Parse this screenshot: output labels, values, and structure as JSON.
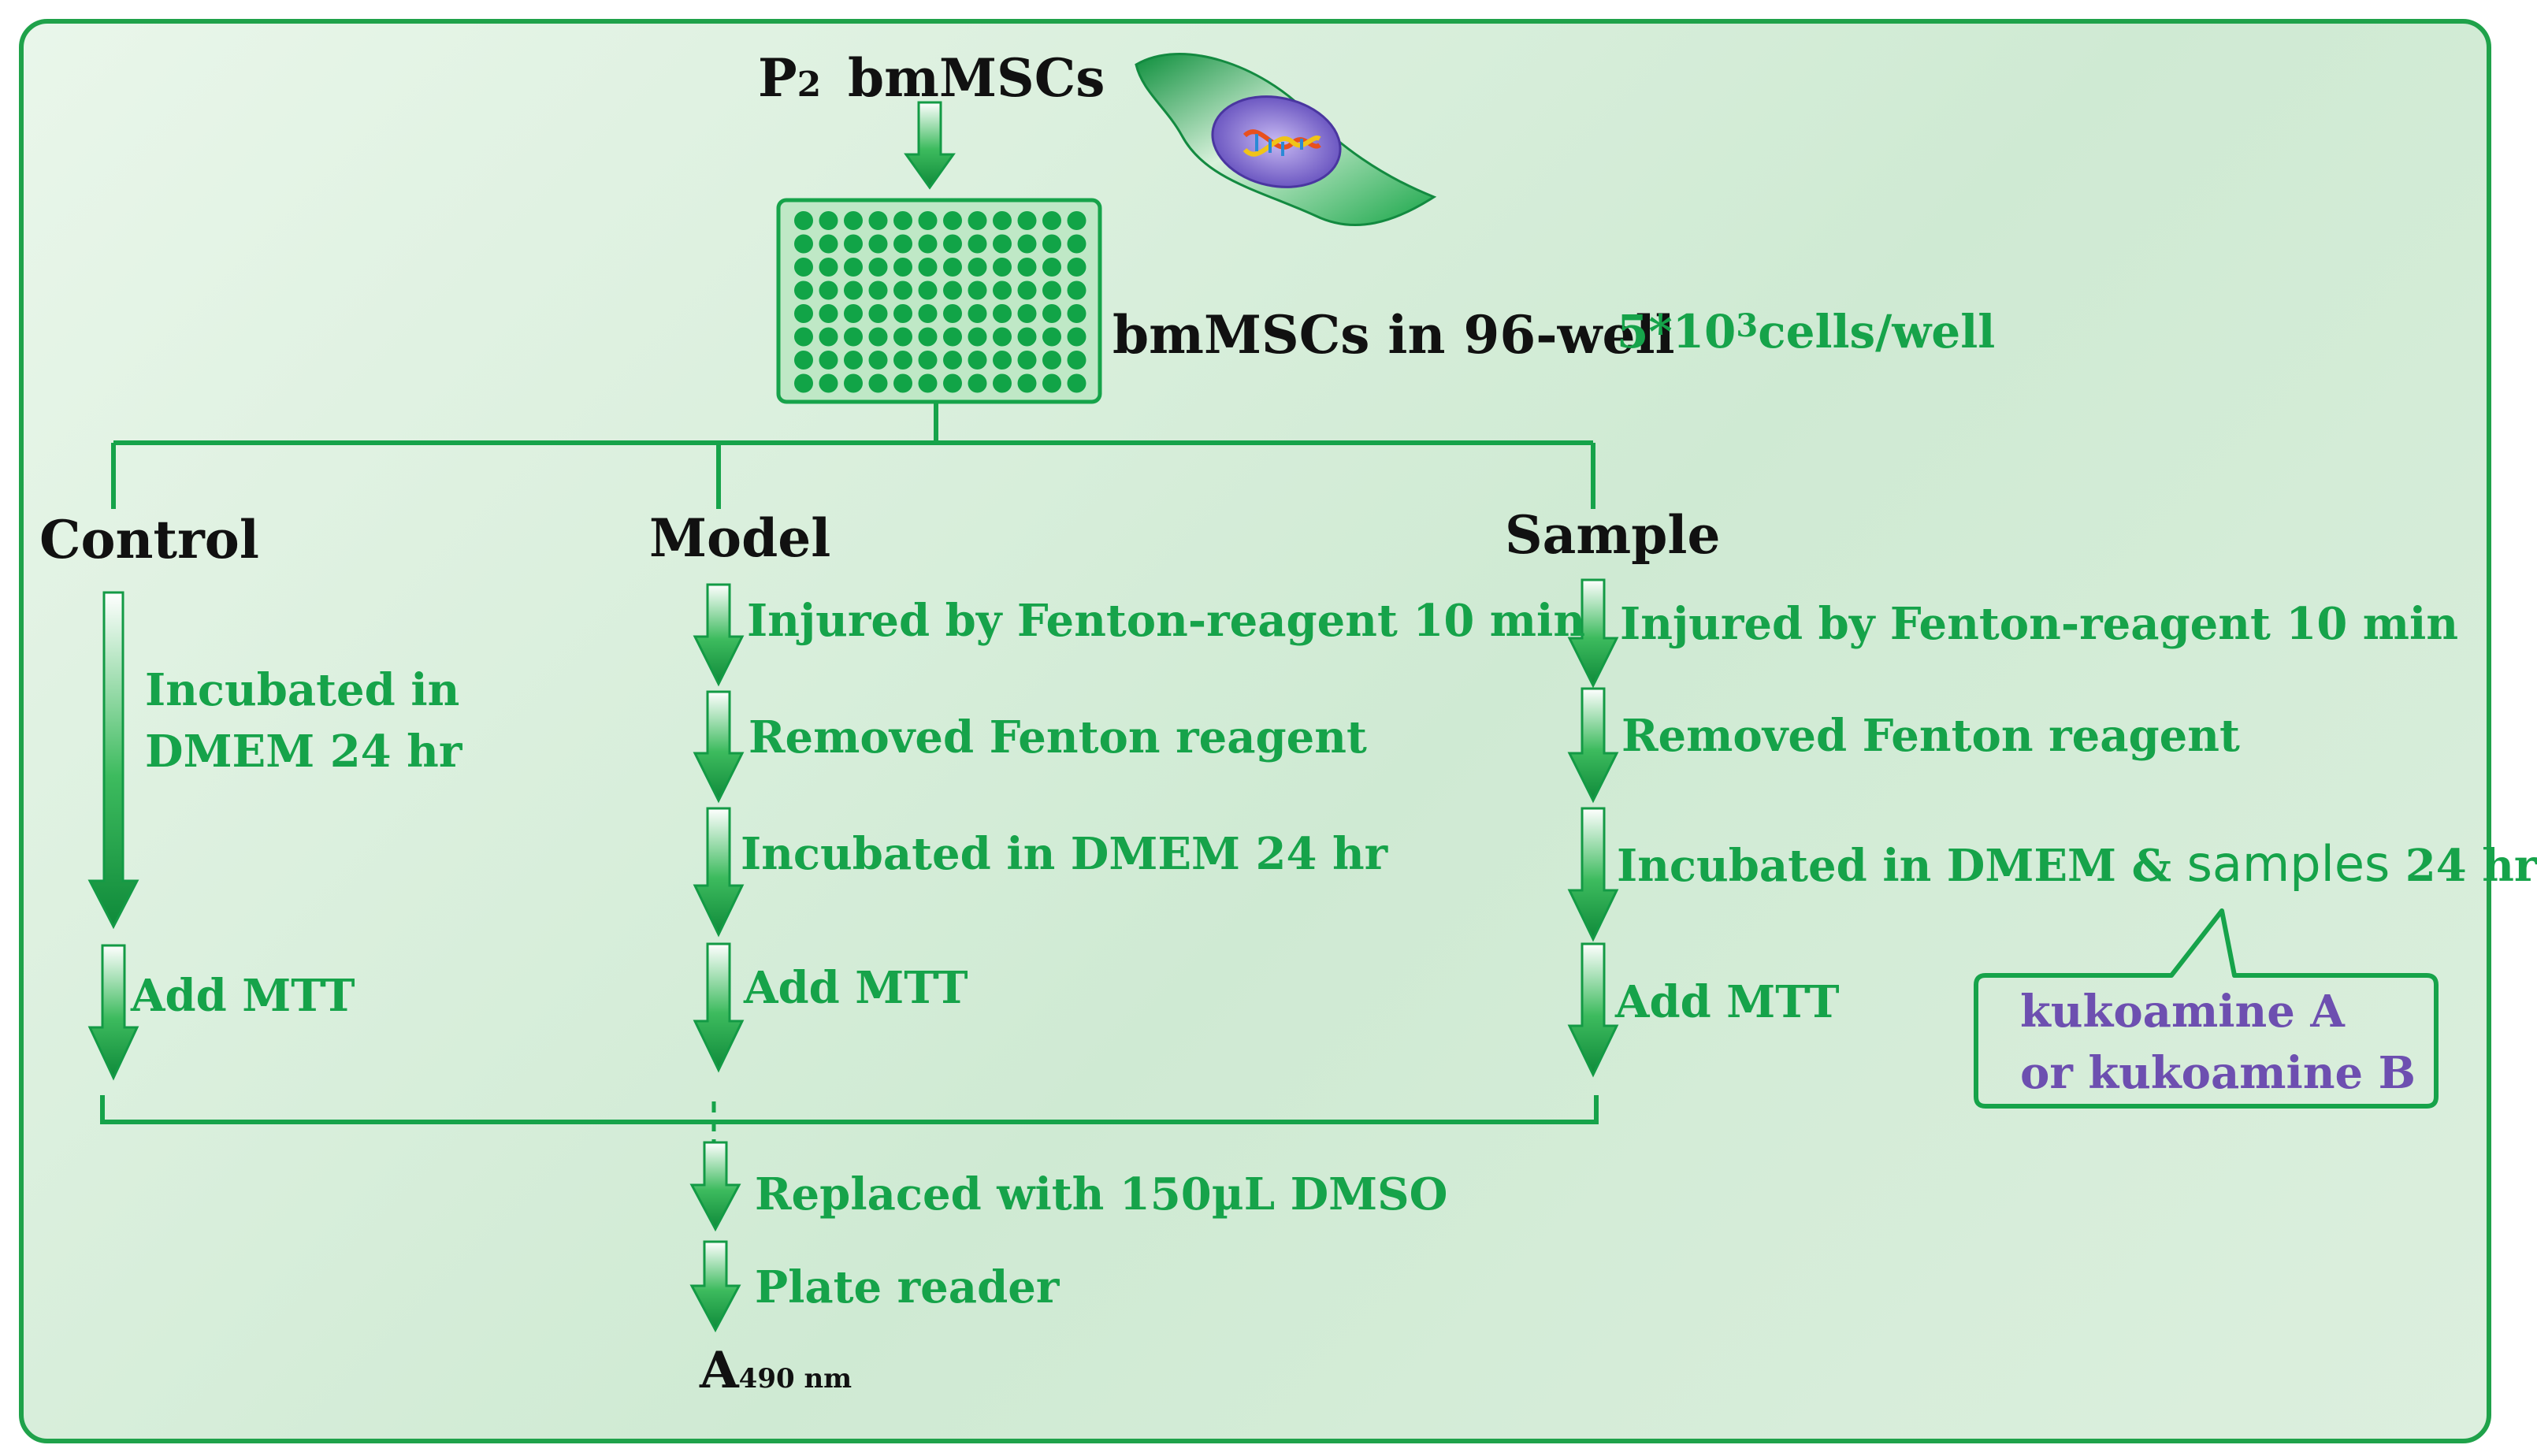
{
  "top": {
    "p_letter": "P",
    "p_subscript": "2",
    "cells_label": "bmMSCs",
    "plate_label": "bmMSCs in 96-well",
    "density_prefix": "5*10",
    "density_exponent": "3",
    "density_suffix": "cells/well"
  },
  "groups": {
    "control": {
      "title": "Control",
      "step1_line1": "Incubated in",
      "step1_line2": "DMEM  24 hr",
      "step2": "Add  MTT"
    },
    "model": {
      "title": "Model",
      "step1": "Injured by Fenton-reagent 10 min",
      "step2": "Removed Fenton reagent",
      "step3": "Incubated  in DMEM 24 hr",
      "step4": "Add  MTT"
    },
    "sample": {
      "title": "Sample",
      "step1": "Injured by Fenton-reagent 10 min",
      "step2": "Removed Fenton reagent",
      "step3_a": "Incubated  in DMEM & ",
      "step3_b": "samples",
      "step3_c": " 24 hr",
      "step4": "Add  MTT",
      "callout_line1": "kukoamine A",
      "callout_line2": "or  kukoamine B"
    }
  },
  "final": {
    "step1": "Replaced with 150µL DMSO",
    "step2": "Plate reader",
    "result_letter": "A",
    "result_subscript": "490 nm"
  },
  "colors": {
    "accent": "#16a34a",
    "frame": "#1fa24a",
    "text_dark": "#111111",
    "callout_text": "#6d4fb0"
  }
}
